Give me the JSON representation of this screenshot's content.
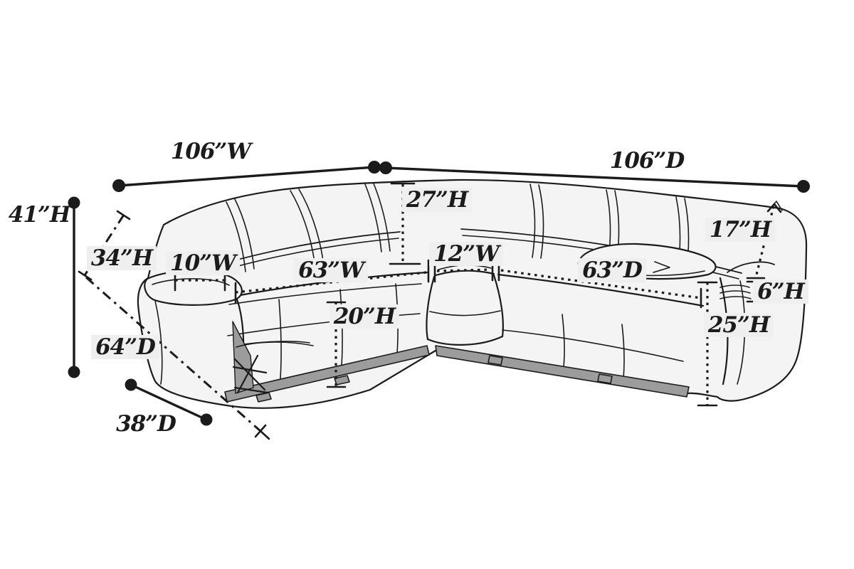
{
  "diagram": {
    "description": "Line-art dimension diagram of an L-shaped reclining sectional sofa with measurement callouts",
    "units": "inches",
    "colors": {
      "line": "#1b1b1b",
      "body": "#f4f4f4",
      "shade": "#9c9c9c",
      "label_bg": "#efefef",
      "page": "#ffffff"
    },
    "labels": [
      {
        "id": "overall-width",
        "text": "106”W"
      },
      {
        "id": "overall-depth",
        "text": "106”D"
      },
      {
        "id": "overall-height",
        "text": "41”H"
      },
      {
        "id": "back-height",
        "text": "34”H"
      },
      {
        "id": "armrest-width",
        "text": "10”W"
      },
      {
        "id": "back-cushion-height",
        "text": "27”H"
      },
      {
        "id": "corner-seat-width",
        "text": "12”W"
      },
      {
        "id": "left-interior-width",
        "text": "63”W"
      },
      {
        "id": "right-interior-depth",
        "text": "63”D"
      },
      {
        "id": "arm-top-height",
        "text": "17”H"
      },
      {
        "id": "console-pad-height",
        "text": "6”H"
      },
      {
        "id": "arm-front-height",
        "text": "25”H"
      },
      {
        "id": "seat-height",
        "text": "20”H"
      },
      {
        "id": "reclined-depth",
        "text": "64”D"
      },
      {
        "id": "chaise-depth",
        "text": "38”D"
      }
    ]
  }
}
